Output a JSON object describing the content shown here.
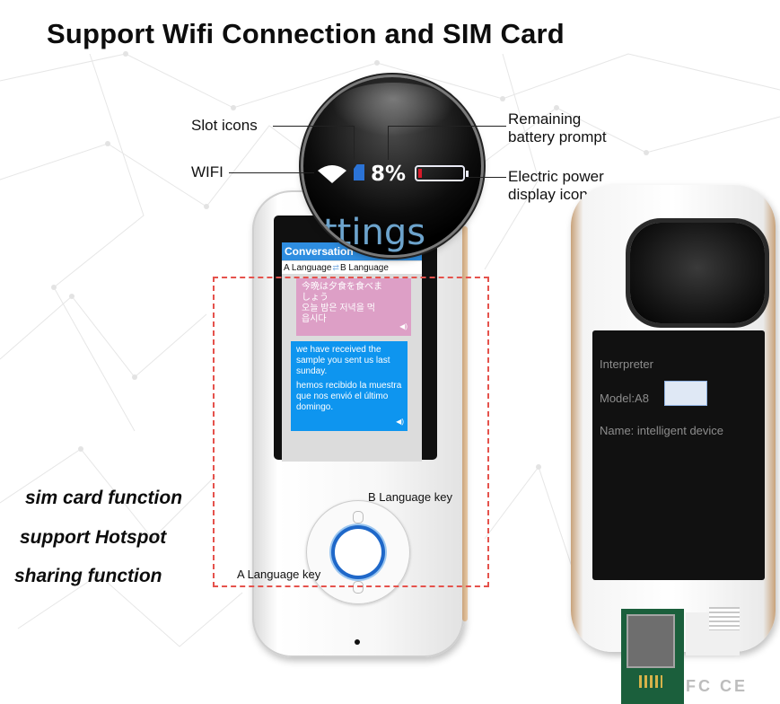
{
  "headline": "Support Wifi Connection and SIM Card",
  "callouts": {
    "slot_icons": "Slot icons",
    "wifi": "WIFI",
    "remaining_line1": "Remaining",
    "remaining_line2": "battery prompt",
    "electric_line1": "Electric power",
    "electric_line2": "display icon"
  },
  "status_bar": {
    "battery_percent": "8%",
    "battery_level": 0.08,
    "settings_text": "ttings"
  },
  "screen": {
    "title": "Conversation",
    "lang_a": "A Language",
    "lang_b": "B Language",
    "pink_line1": "今晩は夕食を食べま",
    "pink_line2": "しょう",
    "pink_line3": "오늘 밤은 저녁을 먹",
    "pink_line4": "읍시다",
    "blue_en": "we have received the sample you sent us last sunday.",
    "blue_es": "hemos recibido la muestra que nos envió el último domingo."
  },
  "keys": {
    "b_key": "B Language key",
    "a_key": "A Language key"
  },
  "features": {
    "line1": "sim card function",
    "line2": "support Hotspot",
    "line3": "sharing function"
  },
  "back": {
    "interpreter": "Interpreter",
    "model": "Model:A8",
    "name": "Name: intelligent device",
    "certs": "FC CE"
  },
  "colors": {
    "accent_blue": "#2e8de0",
    "bubble_pink": "#dd9fc6",
    "bubble_blue": "#0e95ef",
    "dash_red": "#e5524c",
    "battery_red": "#d81a2a"
  }
}
